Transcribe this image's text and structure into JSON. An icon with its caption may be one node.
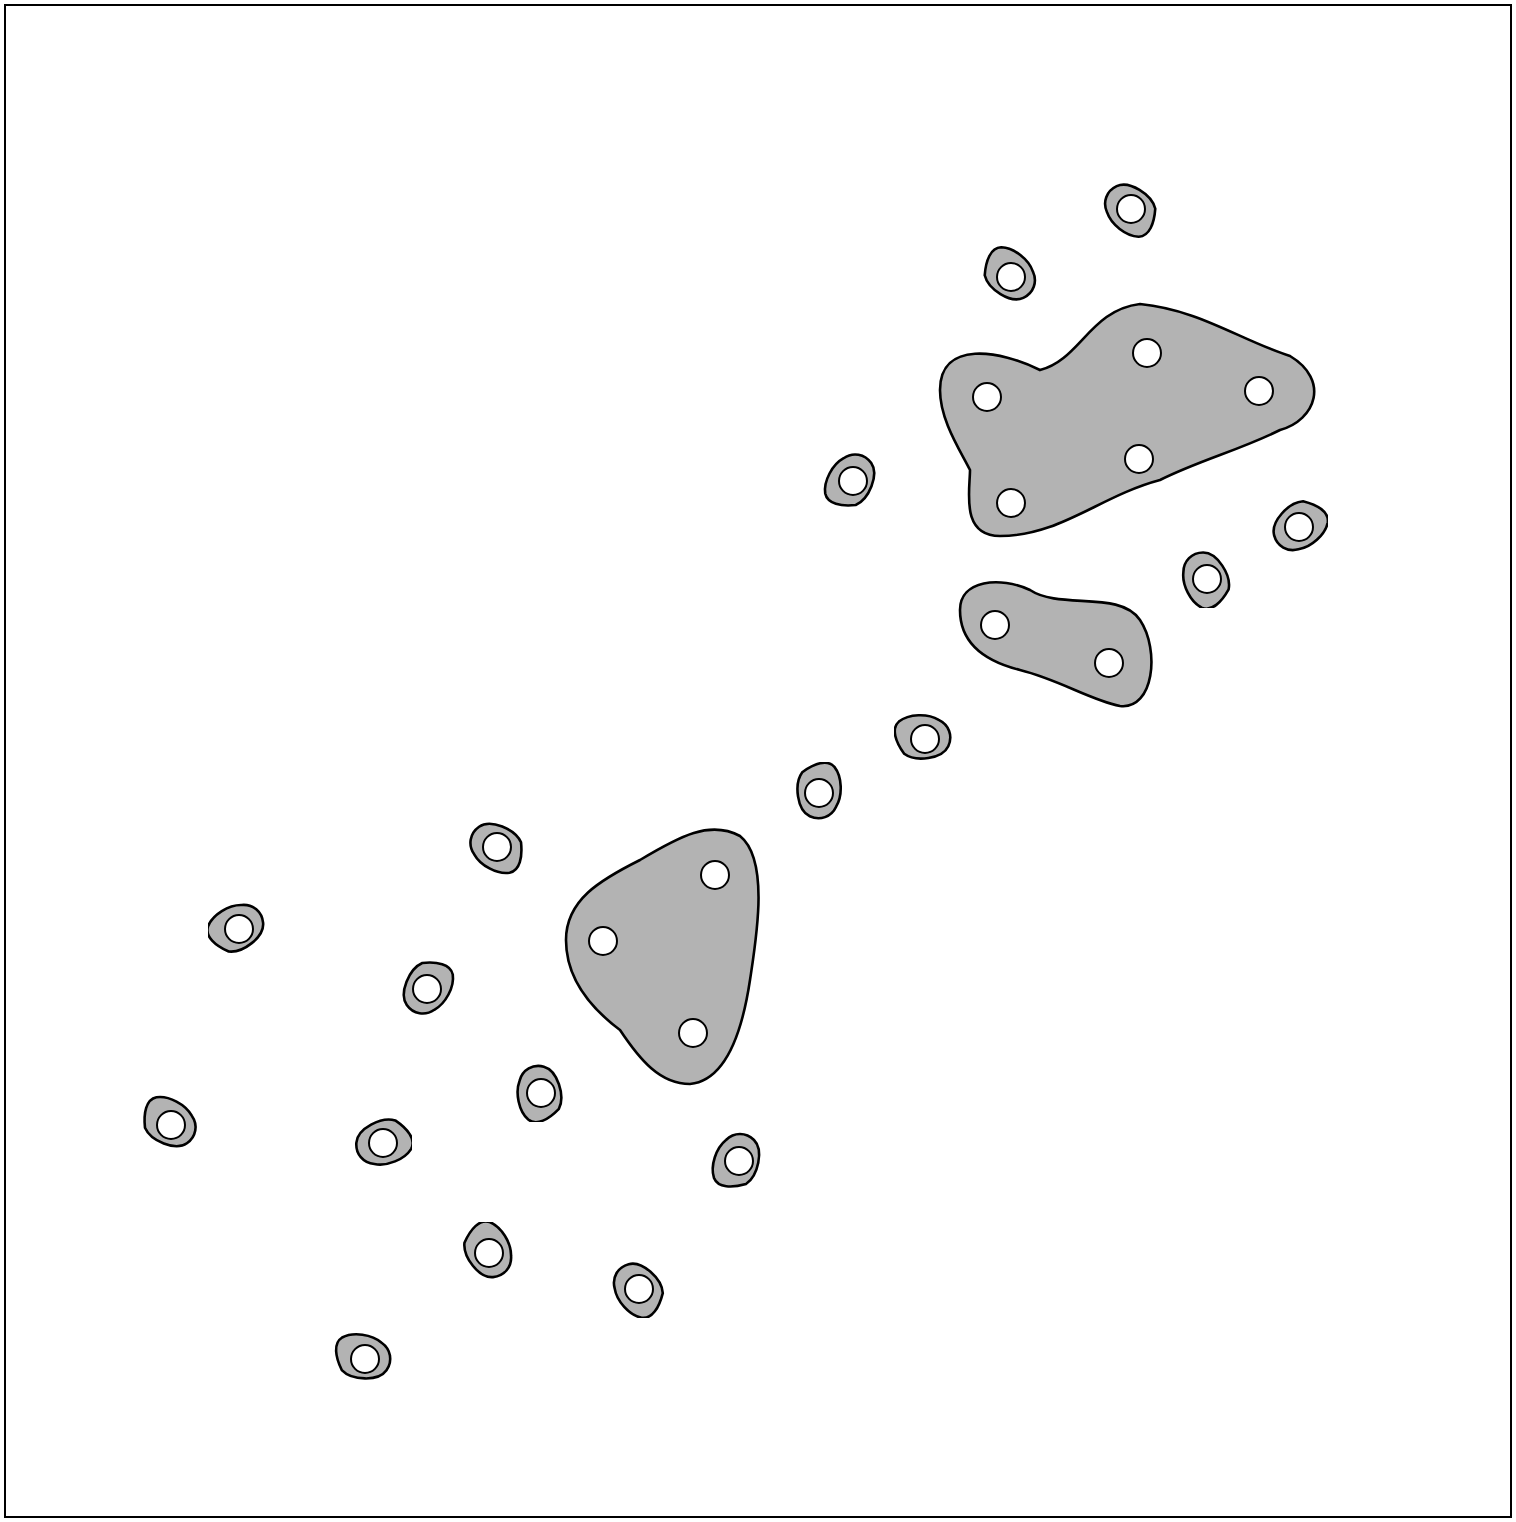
{
  "diagram": {
    "nodes": [
      {
        "text": [],
        "shape": "blob"
      },
      {
        "text": [],
        "shape": "circle",
        "in": 0
      },
      {
        "text": [],
        "shape": "blob"
      },
      {
        "text": [],
        "shape": "circle",
        "in": 2
      },
      {
        "text": [],
        "shape": "blob"
      },
      {
        "text": [],
        "shape": "circle",
        "in": 4
      },
      {
        "text": [],
        "shape": "circle",
        "in": 4
      },
      {
        "text": [],
        "shape": "circle",
        "in": 4
      },
      {
        "text": [],
        "shape": "circle",
        "in": 4
      },
      {
        "text": [],
        "shape": "circle",
        "in": 4
      },
      {
        "text": [],
        "shape": "blob"
      },
      {
        "text": [],
        "shape": "circle",
        "in": 10
      },
      {
        "text": [],
        "shape": "blob"
      },
      {
        "text": [],
        "shape": "circle",
        "in": 12
      },
      {
        "text": [],
        "shape": "blob"
      },
      {
        "text": [],
        "shape": "circle",
        "in": 14
      },
      {
        "text": [],
        "shape": "blob"
      },
      {
        "text": [],
        "shape": "circle",
        "in": 16
      },
      {
        "text": [],
        "shape": "circle",
        "in": 16
      },
      {
        "text": [],
        "shape": "blob"
      },
      {
        "text": [],
        "shape": "circle",
        "in": 19
      },
      {
        "text": [],
        "shape": "blob"
      },
      {
        "text": [],
        "shape": "circle",
        "in": 21
      },
      {
        "text": [],
        "shape": "blob"
      },
      {
        "text": [],
        "shape": "circle",
        "in": 23
      },
      {
        "text": [],
        "shape": "circle",
        "in": 23
      },
      {
        "text": [],
        "shape": "circle",
        "in": 23
      },
      {
        "text": [],
        "shape": "blob"
      },
      {
        "text": [],
        "shape": "circle",
        "in": 27
      },
      {
        "text": [],
        "shape": "blob"
      },
      {
        "text": [],
        "shape": "circle",
        "in": 29
      },
      {
        "text": [],
        "shape": "blob"
      },
      {
        "text": [],
        "shape": "circle",
        "in": 31
      },
      {
        "text": [],
        "shape": "blob"
      },
      {
        "text": [],
        "shape": "circle",
        "in": 33
      },
      {
        "text": [],
        "shape": "blob"
      },
      {
        "text": [],
        "shape": "circle",
        "in": 35
      },
      {
        "text": [],
        "shape": "blob"
      },
      {
        "text": [],
        "shape": "circle",
        "in": 37
      },
      {
        "text": [],
        "shape": "blob"
      },
      {
        "text": [],
        "shape": "circle",
        "in": 39
      },
      {
        "text": [],
        "shape": "blob"
      },
      {
        "text": [],
        "shape": "circle",
        "in": 41
      },
      {
        "text": [],
        "shape": "blob"
      },
      {
        "text": [],
        "shape": "circle",
        "in": 43
      },
      {
        "text": [],
        "shape": "blob"
      },
      {
        "text": [],
        "shape": "circle",
        "in": 45
      }
    ]
  }
}
